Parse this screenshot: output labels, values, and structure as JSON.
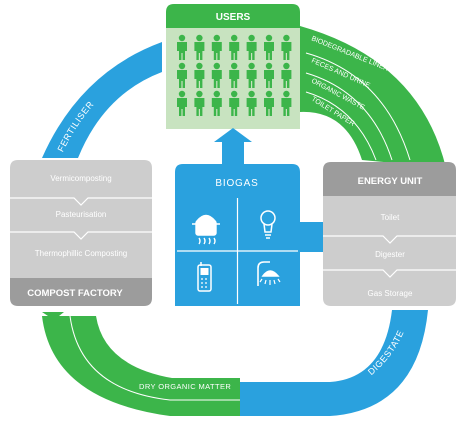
{
  "colors": {
    "green": "#3cb54a",
    "green_light": "#c8e3c0",
    "blue": "#2aa1de",
    "blue_dark": "#1f8fc9",
    "gray_header": "#9c9c9c",
    "gray_body": "#cdcdcd"
  },
  "users": {
    "title": "USERS",
    "person_icon": "person-icon"
  },
  "biogas": {
    "title": "BIOGAS",
    "icons": [
      "cooking-pot-icon",
      "light-bulb-icon",
      "mobile-phone-icon",
      "shower-icon"
    ]
  },
  "compost_factory": {
    "title": "COMPOST FACTORY",
    "steps": [
      "Vermicomposting",
      "Pasteurisation",
      "Thermophillic Composting"
    ]
  },
  "energy_unit": {
    "title": "ENERGY UNIT",
    "steps": [
      "Toilet",
      "Digester",
      "Gas Storage"
    ]
  },
  "flows": {
    "fertiliser": "FERTILISER",
    "digestate": "DIGESTATE",
    "dry_organic_matter": "DRY ORGANIC MATTER",
    "inputs": [
      "BIODEGRADABLE LINER",
      "FECES AND URINE",
      "ORGANIC WASTE",
      "TOILET PAPER"
    ]
  }
}
